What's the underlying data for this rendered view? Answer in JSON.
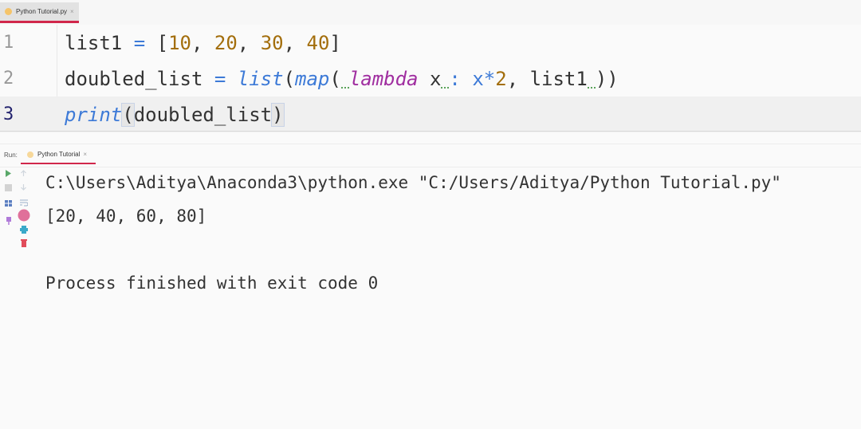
{
  "editor_tab": {
    "label": "Python Tutorial.py",
    "close": "×",
    "icon": "python-file-icon"
  },
  "code_lines": [
    {
      "number": "1",
      "text": "list1 = [10, 20, 30, 40]"
    },
    {
      "number": "2",
      "text": "doubled_list = list(map( lambda x : x*2, list1 ))"
    },
    {
      "number": "3",
      "text": "print(doubled_list)"
    }
  ],
  "tokens": {
    "l1": {
      "a": "list1 ",
      "eq": "=",
      "b": " [",
      "n1": "10",
      "c1": ", ",
      "n2": "20",
      "c2": ", ",
      "n3": "30",
      "c3": ", ",
      "n4": "40",
      "end": "]"
    },
    "l2": {
      "a": "doubled_list ",
      "eq": "=",
      "sp": " ",
      "list": "list",
      "p1": "(",
      "map": "map",
      "p2": "(",
      "lambda": "lambda",
      "x": " x",
      "colon": ": x",
      "star": "*",
      "two": "2",
      "rest": ", list1",
      "end": "))"
    },
    "l3": {
      "print": "print",
      "p1": "(",
      "arg": "doubled_list",
      "p2": ")"
    }
  },
  "run_panel": {
    "label": "Run:",
    "tab_label": "Python Tutorial",
    "tab_close": "×",
    "toolbar_icons": [
      "run-icon",
      "up-arrow-icon",
      "stop-icon",
      "down-arrow-icon",
      "layout-icon",
      "soft-wrap-icon",
      "pin-icon",
      "record-icon",
      "print-icon",
      "trash-icon"
    ]
  },
  "console": {
    "lines": [
      "C:\\Users\\Aditya\\Anaconda3\\python.exe \"C:/Users/Aditya/Python Tutorial.py\"",
      "[20, 40, 60, 80]",
      "",
      "Process finished with exit code 0"
    ]
  },
  "colors": {
    "accent": "#d1274b",
    "number": "#a36e0c",
    "builtin": "#3d7ad7",
    "keyword": "#a02ea0"
  }
}
